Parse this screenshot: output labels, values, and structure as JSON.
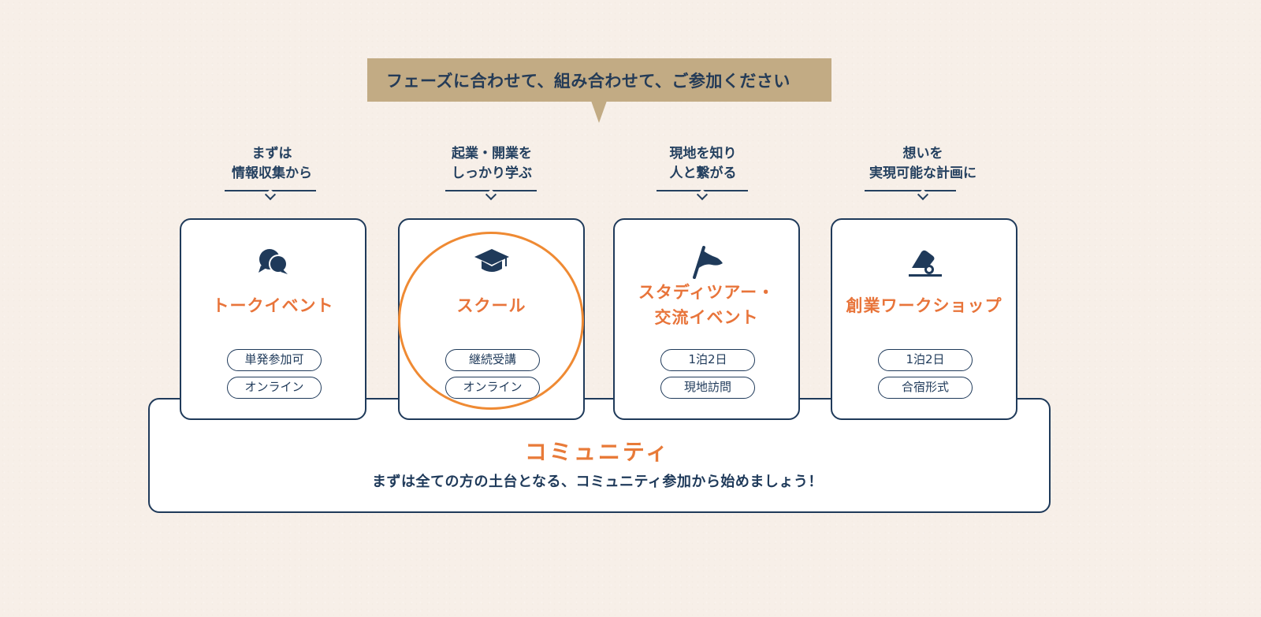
{
  "banner": {
    "text": "フェーズに合わせて、組み合わせて、ご参加ください",
    "color": "#c2ab84"
  },
  "phases": [
    {
      "line1": "まずは",
      "line2": "情報収集から"
    },
    {
      "line1": "起業・開業を",
      "line2": "しっかり学ぶ"
    },
    {
      "line1": "現地を知り",
      "line2": "人と繋がる"
    },
    {
      "line1": "想いを",
      "line2": "実現可能な計画に"
    }
  ],
  "cards": [
    {
      "icon": "chat-bubbles-icon",
      "title_line1": "トークイベント",
      "title_line2": "",
      "tags": [
        "単発参加可",
        "オンライン"
      ]
    },
    {
      "icon": "graduation-cap-icon",
      "title_line1": "スクール",
      "title_line2": "",
      "tags": [
        "継続受講",
        "オンライン"
      ],
      "highlighted": true
    },
    {
      "icon": "flag-icon",
      "title_line1": "スタディツアー・",
      "title_line2": "交流イベント",
      "tags": [
        "1泊2日",
        "現地訪問"
      ]
    },
    {
      "icon": "stamp-icon",
      "title_line1": "創業ワークショップ",
      "title_line2": "",
      "tags": [
        "1泊2日",
        "合宿形式"
      ]
    }
  ],
  "community": {
    "title": "コミュニティ",
    "subtitle": "まずは全ての方の土台となる、コミュニティ参加から始めましょう！"
  },
  "colors": {
    "navy": "#1f3a5a",
    "orange": "#e8743a",
    "highlight": "#ef8a33",
    "background": "#f7efe8"
  }
}
